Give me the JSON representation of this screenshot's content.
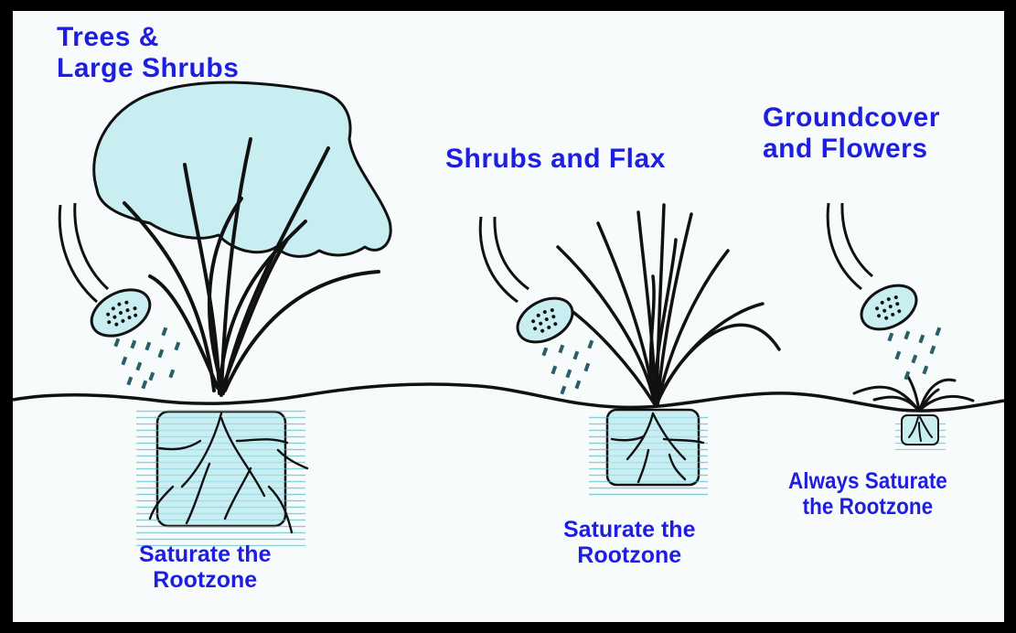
{
  "headings": {
    "trees": [
      "Trees &",
      "Large Shrubs"
    ],
    "shrubs": "Shrubs and Flax",
    "groundcover": [
      "Groundcover",
      "and Flowers"
    ]
  },
  "captions": {
    "trees": [
      "Saturate the",
      "Rootzone"
    ],
    "shrubs": [
      "Saturate the",
      "Rootzone"
    ],
    "groundcover": [
      "Always Saturate",
      "the Rootzone"
    ]
  },
  "colors": {
    "text": "#1e1ee0",
    "water": "#c8eef2",
    "ink": "#111111",
    "frame": "#000000"
  },
  "icons": [
    "watering-can-icon",
    "tree-icon",
    "flax-icon",
    "groundcover-icon"
  ]
}
